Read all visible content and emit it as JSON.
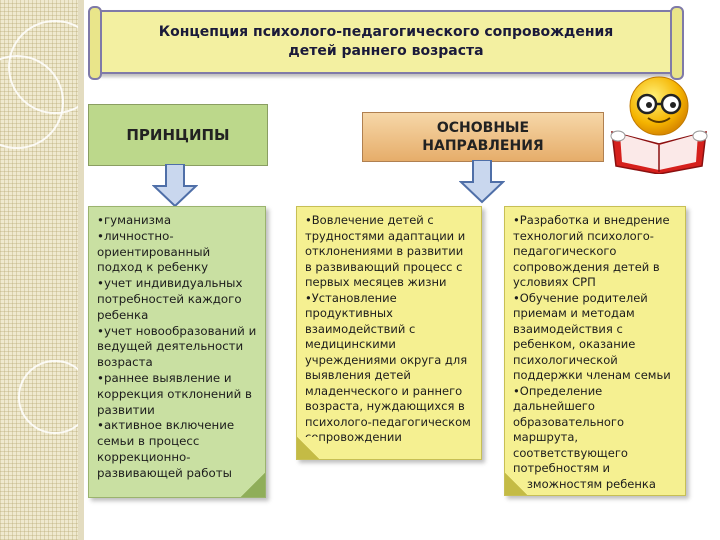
{
  "banner": {
    "title": "Концепция психолого-педагогического сопровождения\nдетей раннего возраста"
  },
  "principles": {
    "heading": "ПРИНЦИПЫ",
    "items": [
      "•гуманизма",
      "•личностно-ориентированный подход к ребенку",
      "•учет индивидуальных потребностей каждого ребенка",
      "•учет новообразований и ведущей деятельности возраста",
      "•раннее выявление и коррекция отклонений в развитии",
      "•активное включение семьи в процесс коррекционно-развивающей работы"
    ]
  },
  "directions": {
    "heading": "ОСНОВНЫЕ\nНАПРАВЛЕНИЯ",
    "middle_items": [
      "•Вовлечение детей с трудностями адаптации и отклонениями в развитии в развивающий процесс с первых месяцев жизни",
      "•Установление продуктивных взаимодействий с медицинскими учреждениями округа для выявления детей младенческого и раннего возраста, нуждающихся в психолого-педагогическом сопровождении"
    ],
    "right_items": [
      "•Разработка и внедрение технологий психолого-педагогического сопровождения детей в условиях СРП",
      "•Обучение родителей приемам и методам взаимодействия с ребенком, оказание психологической поддержки членам семьи",
      "•Определение дальнейшего образовательного маршрута, соответствующего потребностям и возможностям ребенка"
    ]
  },
  "colors": {
    "banner_fill": "#f3f0a1",
    "principles_fill": "#c9e0a2",
    "directions_head_fill": "#e6ad6a",
    "note_fill": "#f5f091",
    "arrow_fill": "#c9d7ee"
  },
  "icons": [
    "smiley-reading-book-icon",
    "down-arrow-icon"
  ]
}
